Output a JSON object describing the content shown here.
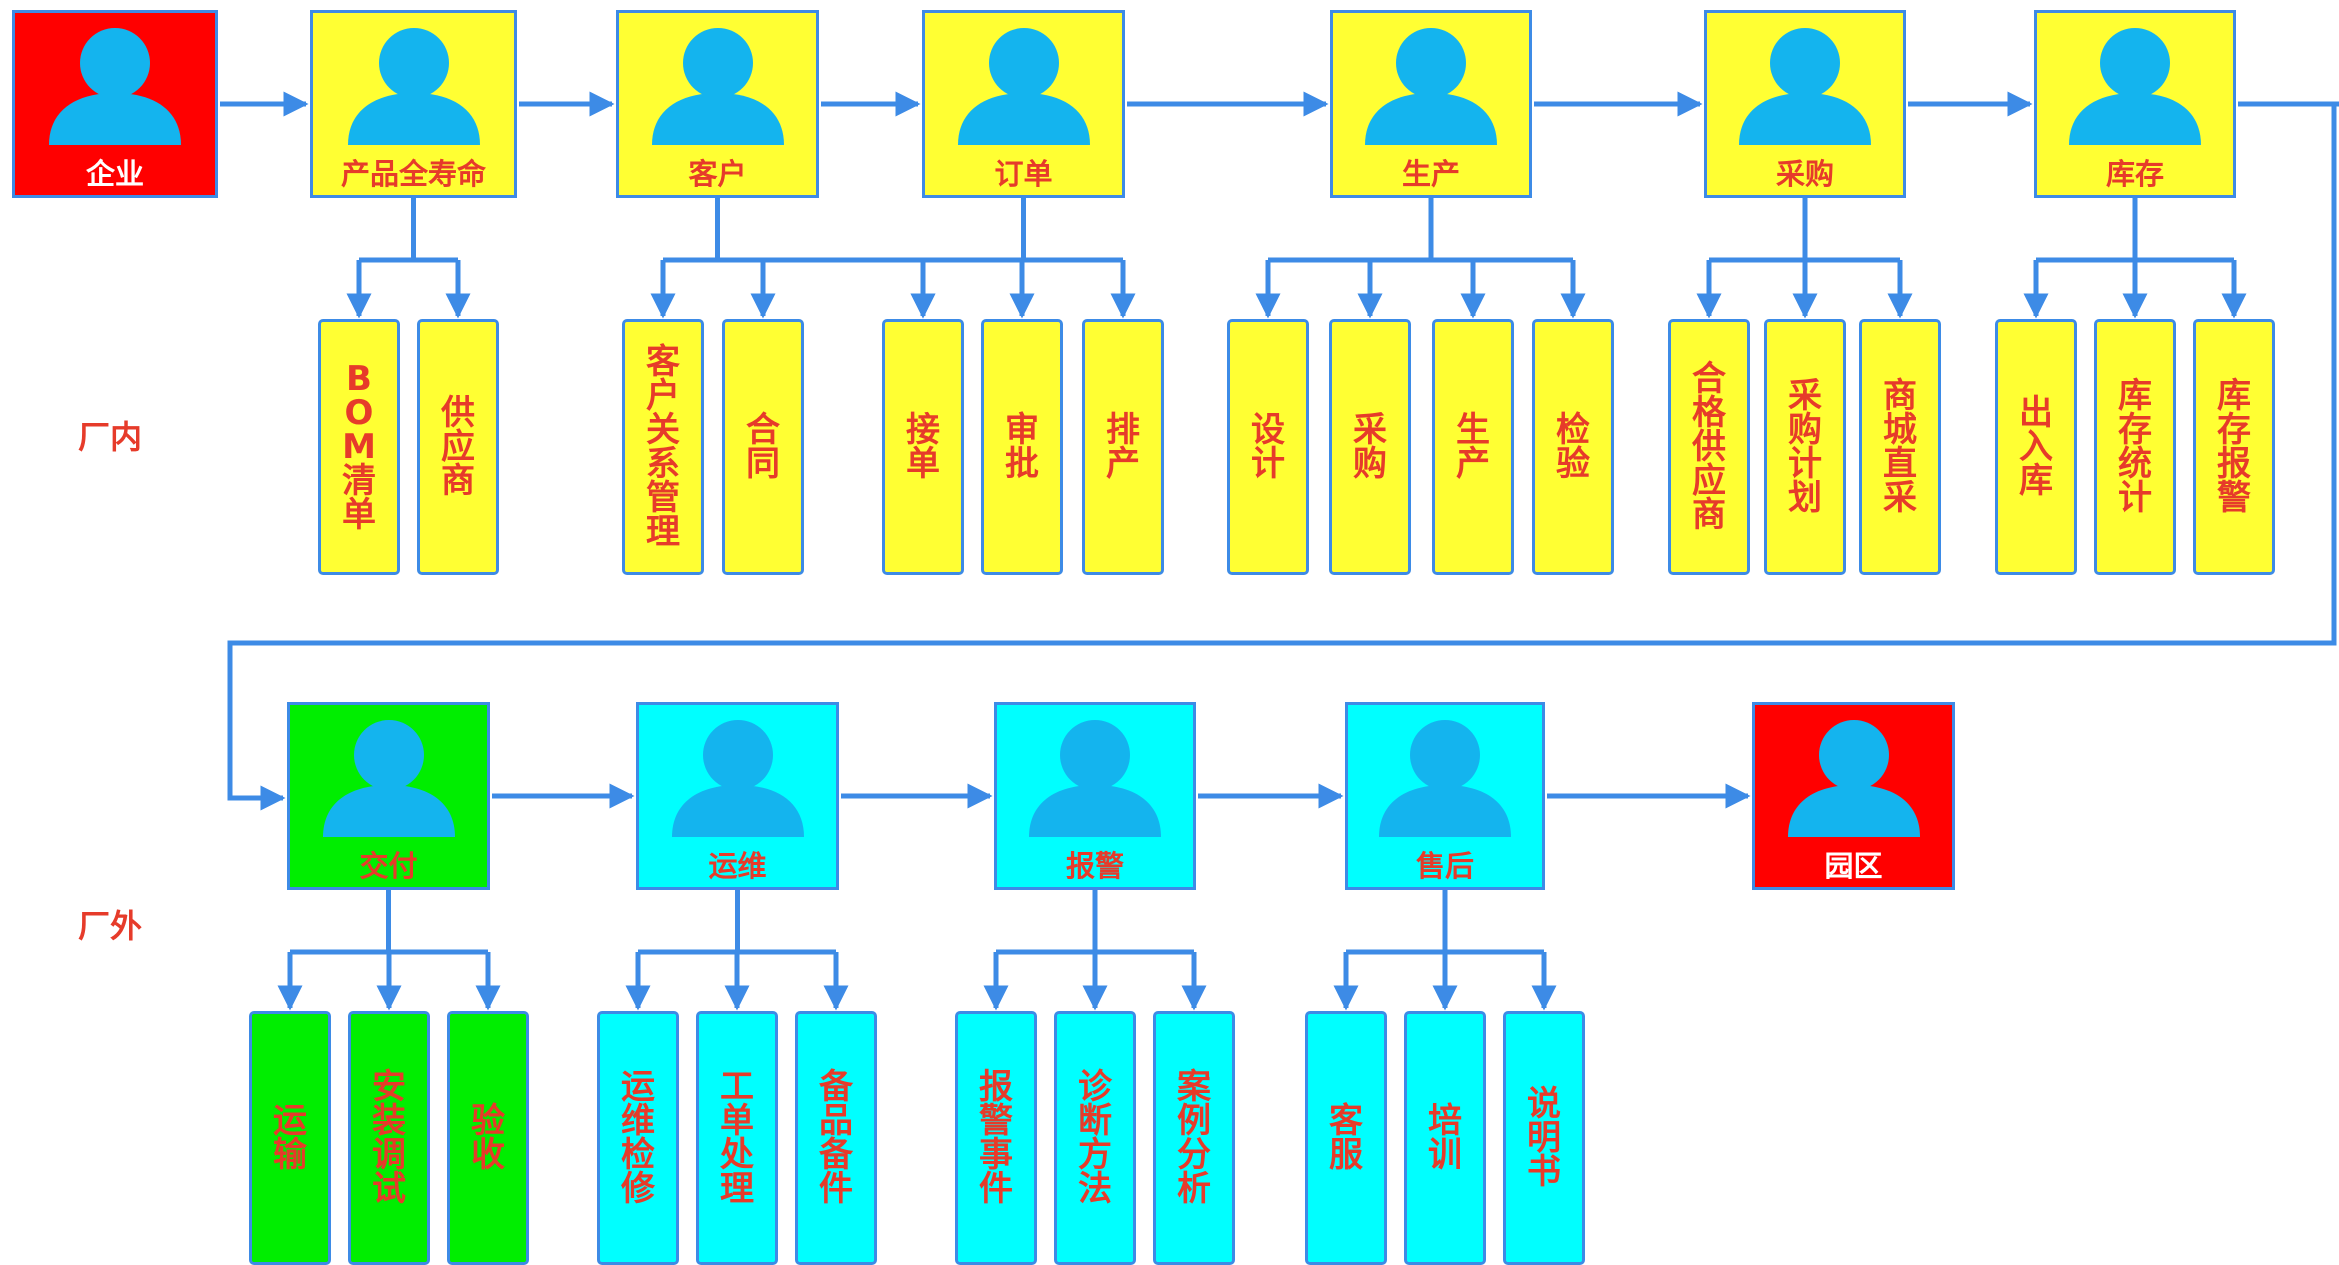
{
  "colors": {
    "accent_blue": "#3d8be6",
    "person_icon": "#14b4ee",
    "label_red": "#e63b2a",
    "factory_yellow": "#ffff33",
    "delivery_green": "#00ee00",
    "service_cyan": "#00ffff",
    "endpoint_red": "#ff0000"
  },
  "zones": {
    "inside": "厂内",
    "outside": "厂外"
  },
  "icon": "person-icon",
  "nodes": [
    {
      "label": "企业",
      "children": []
    },
    {
      "label": "产品全寿命",
      "children": [
        "BOM清单",
        "供应商"
      ]
    },
    {
      "label": "客户",
      "children": [
        "客户关系管理",
        "合同"
      ]
    },
    {
      "label": "订单",
      "children": [
        "接单",
        "审批",
        "排产"
      ]
    },
    {
      "label": "生产",
      "children": [
        "设计",
        "采购",
        "生产",
        "检验"
      ]
    },
    {
      "label": "采购",
      "children": [
        "合格供应商",
        "采购计划",
        "商城直采"
      ]
    },
    {
      "label": "库存",
      "children": [
        "出入库",
        "库存统计",
        "库存报警"
      ]
    },
    {
      "label": "交付",
      "children": [
        "运输",
        "安装调试",
        "验收"
      ]
    },
    {
      "label": "运维",
      "children": [
        "运维检修",
        "工单处理",
        "备品备件"
      ]
    },
    {
      "label": "报警",
      "children": [
        "报警事件",
        "诊断方法",
        "案例分析"
      ]
    },
    {
      "label": "售后",
      "children": [
        "客服",
        "培训",
        "说明书"
      ]
    },
    {
      "label": "园区",
      "children": []
    }
  ]
}
